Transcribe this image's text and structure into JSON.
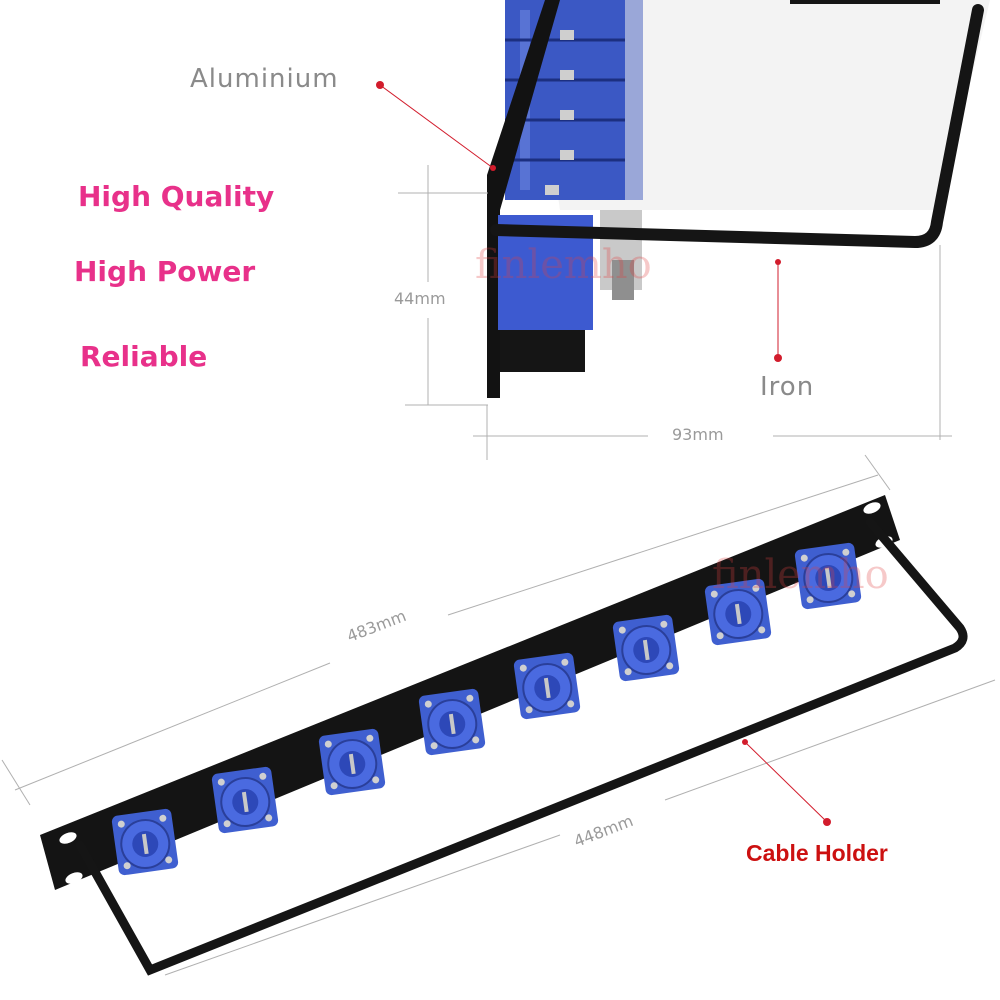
{
  "features": [
    "High Quality",
    "High Power",
    "Reliable"
  ],
  "materials": {
    "top": "Aluminium",
    "bar": "Iron"
  },
  "dimensions": {
    "height": "44mm",
    "depth": "93mm",
    "width_total": "483mm",
    "width_inner": "448mm"
  },
  "callout": "Cable Holder",
  "watermark": "finlemho",
  "colors": {
    "feature_text": "#e8318a",
    "callout_text": "#cc1010",
    "leader_dot": "#d21c2c",
    "dimension_text": "#9a9a9a",
    "panel": "#141414",
    "connector": "#3f5fd0",
    "watermark": "#e24040"
  }
}
